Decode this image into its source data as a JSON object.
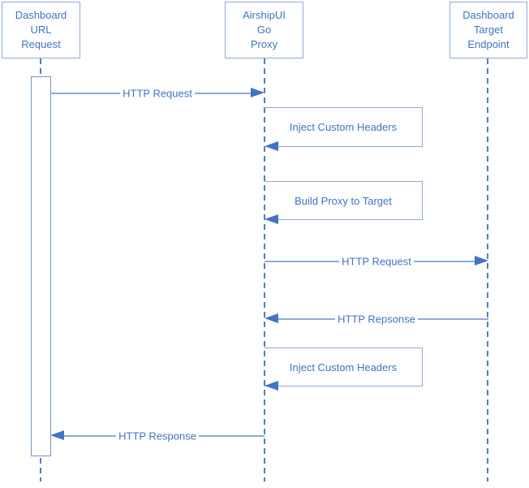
{
  "diagram": {
    "type": "uml-sequence",
    "participants": [
      {
        "label": "Dashboard\nURL\nRequest"
      },
      {
        "label": "AirshipUI\nGo\nProxy"
      },
      {
        "label": "Dashboard\nTarget\nEndpoint"
      }
    ],
    "messages": [
      {
        "label": "HTTP Request",
        "from": "Dashboard URL Request",
        "to": "AirshipUI Go Proxy",
        "direction": "right"
      },
      {
        "label": "Inject Custom Headers",
        "from": "AirshipUI Go Proxy",
        "to": "AirshipUI Go Proxy",
        "direction": "self"
      },
      {
        "label": "Build Proxy to Target",
        "from": "AirshipUI Go Proxy",
        "to": "AirshipUI Go Proxy",
        "direction": "self"
      },
      {
        "label": "HTTP Request",
        "from": "AirshipUI Go Proxy",
        "to": "Dashboard Target Endpoint",
        "direction": "right"
      },
      {
        "label": "HTTP Repsonse",
        "from": "Dashboard Target Endpoint",
        "to": "AirshipUI Go Proxy",
        "direction": "left"
      },
      {
        "label": "Inject Custom Headers",
        "from": "AirshipUI Go Proxy",
        "to": "AirshipUI Go Proxy",
        "direction": "self"
      },
      {
        "label": "HTTP Response",
        "from": "AirshipUI Go Proxy",
        "to": "Dashboard URL Request",
        "direction": "left"
      }
    ],
    "colors": {
      "stroke_light": "#8FAADC",
      "lifeline": "#5B7DB1",
      "text": "#4472C4",
      "arrowhead": "#4472C4",
      "background": "#ffffff"
    }
  }
}
